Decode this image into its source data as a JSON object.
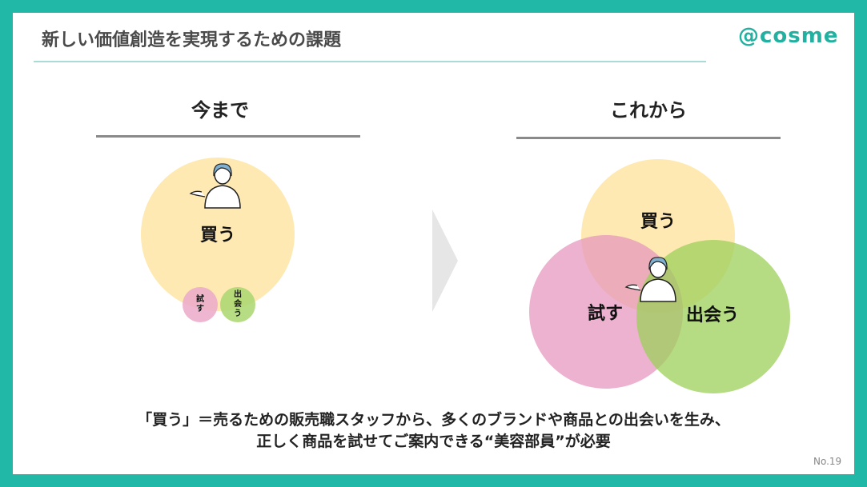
{
  "title": "新しい価値創造を実現するための課題",
  "logo": "@cosme",
  "left": {
    "heading": "今まで",
    "main_circle": "買う",
    "small_circles": [
      "試す",
      "出会う"
    ]
  },
  "right": {
    "heading": "これから",
    "circles": [
      "買う",
      "試す",
      "出会う"
    ]
  },
  "caption": {
    "line1": "「買う」＝売るための販売職スタッフから、多くのブランドや商品との出会いを生み、",
    "line2": "正しく商品を試せてご案内できる“美容部員”が必要"
  },
  "page_number": "No.19",
  "colors": {
    "frame": "#22b8a8",
    "buy": "#ffe9b3",
    "try": "#eba9c9",
    "meet": "#a9d66e"
  }
}
